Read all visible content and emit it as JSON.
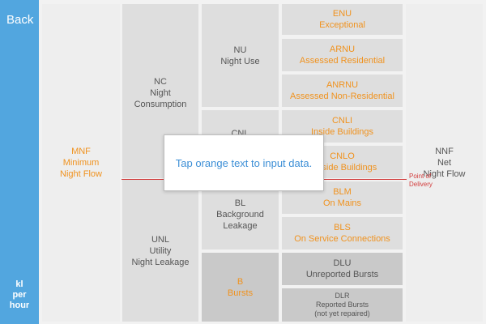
{
  "sidebar": {
    "back_label": "Back",
    "unit_lines": [
      "kl",
      "per",
      "hour"
    ]
  },
  "cells": {
    "mnf": {
      "code": "MNF",
      "line1": "Minimum",
      "line2": "Night Flow"
    },
    "nc": {
      "code": "NC",
      "line1": "Night",
      "line2": "Consumption"
    },
    "unl": {
      "code": "UNL",
      "line1": "Utility",
      "line2": "Night Leakage"
    },
    "nu": {
      "code": "NU",
      "line1": "Night Use"
    },
    "cnl": {
      "code": "CNL"
    },
    "bl": {
      "code": "BL",
      "line1": "Background",
      "line2": "Leakage"
    },
    "b": {
      "code": "B",
      "line1": "Bursts"
    },
    "enu": {
      "code": "ENU",
      "line1": "Exceptional"
    },
    "arnu": {
      "code": "ARNU",
      "line1": "Assessed Residential"
    },
    "anrnu": {
      "code": "ANRNU",
      "line1": "Assessed Non-Residential"
    },
    "cnli": {
      "code": "CNLI",
      "line1": "Inside Buildings"
    },
    "cnlo": {
      "code": "CNLO",
      "line1": "Outside Buildings"
    },
    "blm": {
      "code": "BLM",
      "line1": "On Mains"
    },
    "bls": {
      "code": "BLS",
      "line1": "On Service Connections"
    },
    "dlu": {
      "code": "DLU",
      "line1": "Unreported Bursts"
    },
    "dlr": {
      "code": "DLR",
      "line1": "Reported Bursts",
      "line2": "(not yet repaired)"
    },
    "nnf": {
      "code": "NNF",
      "line1": "Net",
      "line2": "Night Flow"
    }
  },
  "point_of_delivery": {
    "line1": "Point of",
    "line2": "Delivery"
  },
  "modal": {
    "message": "Tap orange text to input data."
  },
  "colors": {
    "accent": "#f0921e",
    "sidebar": "#52a6df",
    "line": "#d23c3c",
    "modal_text": "#3d8fd6"
  }
}
